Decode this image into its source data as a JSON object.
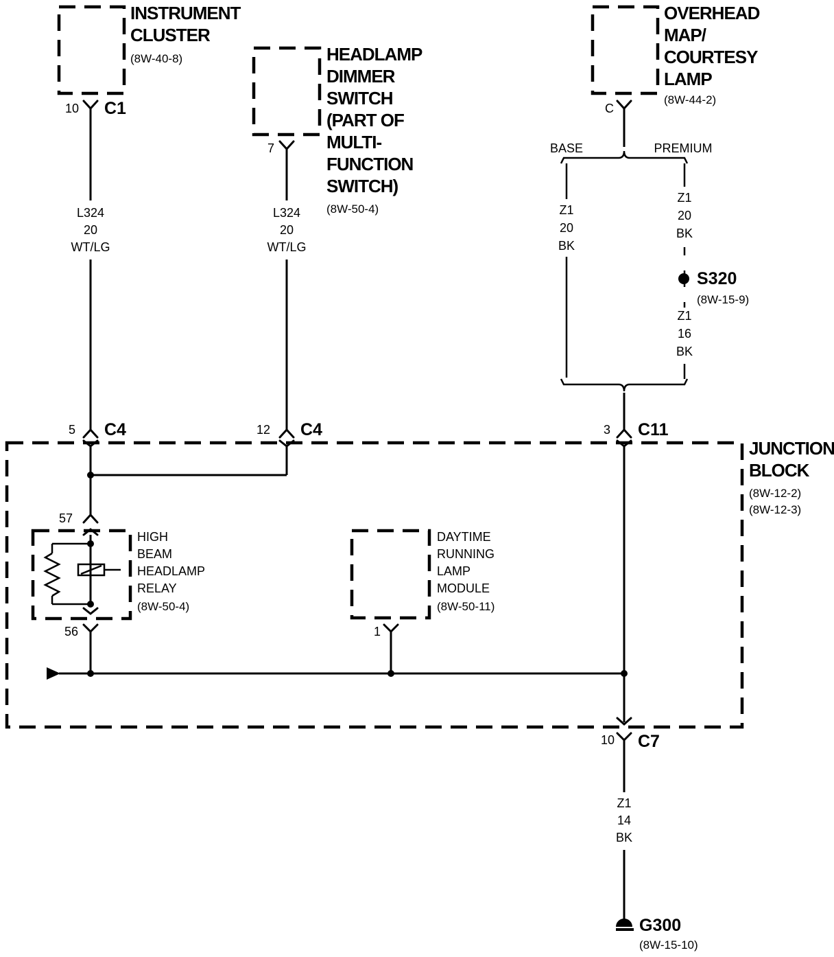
{
  "components": {
    "instrument_cluster": {
      "title": [
        "INSTRUMENT",
        "CLUSTER"
      ],
      "ref": "(8W-40-8)"
    },
    "headlamp_dimmer": {
      "title": [
        "HEADLAMP",
        "DIMMER",
        "SWITCH",
        "(PART OF",
        "MULTI-",
        "FUNCTION",
        "SWITCH)"
      ],
      "ref": "(8W-50-4)"
    },
    "overhead_lamp": {
      "title": [
        "OVERHEAD",
        "MAP/",
        "COURTESY",
        "LAMP"
      ],
      "ref": "(8W-44-2)"
    },
    "junction_block": {
      "title": [
        "JUNCTION",
        "BLOCK"
      ],
      "refs": [
        "(8W-12-2)",
        "(8W-12-3)"
      ]
    },
    "relay": {
      "title": [
        "HIGH",
        "BEAM",
        "HEADLAMP",
        "RELAY"
      ],
      "ref": "(8W-50-4)"
    },
    "drl_module": {
      "title": [
        "DAYTIME",
        "RUNNING",
        "LAMP",
        "MODULE"
      ],
      "ref": "(8W-50-11)"
    }
  },
  "connectors": {
    "c1": {
      "pin": "10",
      "name": "C1"
    },
    "dimmer_pin": {
      "pin": "7"
    },
    "overhead_pin": {
      "pin": "C"
    },
    "c4a": {
      "pin": "5",
      "name": "C4"
    },
    "c4b": {
      "pin": "12",
      "name": "C4"
    },
    "c11": {
      "pin": "3",
      "name": "C11"
    },
    "relay_top": {
      "pin": "57"
    },
    "relay_bottom": {
      "pin": "56"
    },
    "drl_pin": {
      "pin": "1"
    },
    "c7": {
      "pin": "10",
      "name": "C7"
    }
  },
  "wires": {
    "l324_left": [
      "L324",
      "20",
      "WT/LG"
    ],
    "l324_right": [
      "L324",
      "20",
      "WT/LG"
    ],
    "z1_base": [
      "Z1",
      "20",
      "BK"
    ],
    "z1_premium_upper": [
      "Z1",
      "20",
      "BK"
    ],
    "z1_premium_lower": [
      "Z1",
      "16",
      "BK"
    ],
    "z1_ground": [
      "Z1",
      "14",
      "BK"
    ]
  },
  "options": {
    "base": "BASE",
    "premium": "PREMIUM"
  },
  "splice": {
    "name": "S320",
    "ref": "(8W-15-9)"
  },
  "ground": {
    "name": "G300",
    "ref": "(8W-15-10)"
  }
}
